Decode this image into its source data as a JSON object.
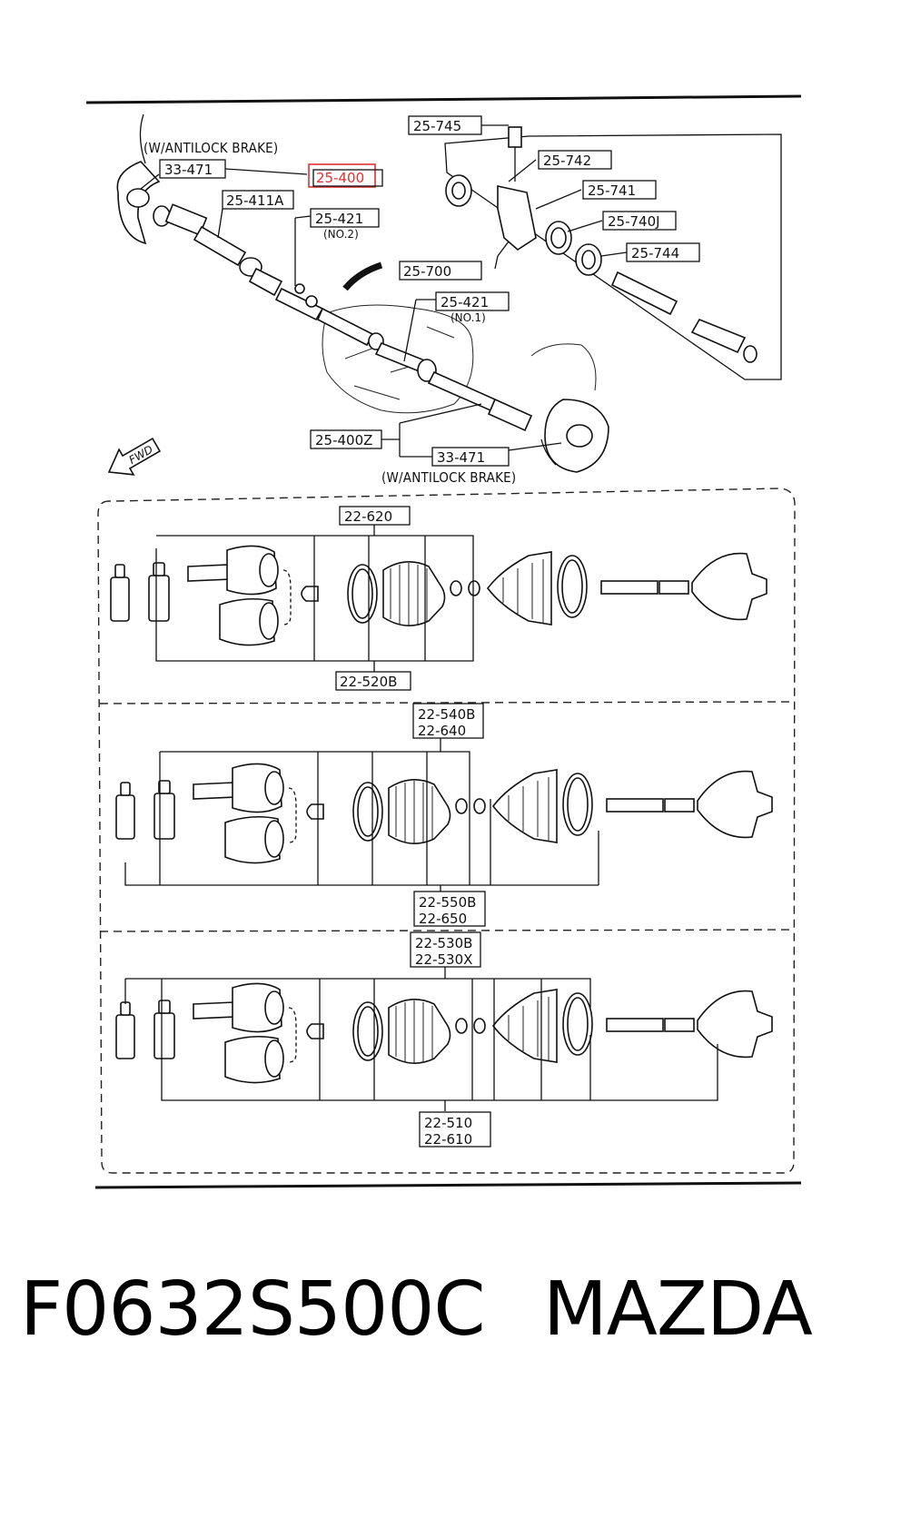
{
  "top": {
    "abs_note_top": "(W/ANTILOCK BRAKE)",
    "abs_note_bottom": "(W/ANTILOCK BRAKE)",
    "fwd_label": "FWD",
    "callouts": {
      "p33471a": "33-471",
      "p25400": "25-400",
      "p25411a": "25-411A",
      "p25421n2": "25-421",
      "p25421n2_sub": "(NO.2)",
      "p25745": "25-745",
      "p25742": "25-742",
      "p25741": "25-741",
      "p25740j": "25-740J",
      "p25744": "25-744",
      "p25700": "25-700",
      "p25421n1": "25-421",
      "p25421n1_sub": "(NO.1)",
      "p25400z": "25-400Z",
      "p33471b": "33-471"
    },
    "highlight_color": "#e03030"
  },
  "kits": {
    "k1": {
      "top1": "22-620",
      "bottom1": "22-520B"
    },
    "k2": {
      "top1": "22-540B",
      "top2": "22-640",
      "bottom1": "22-550B",
      "bottom2": "22-650"
    },
    "k3": {
      "top1": "22-530B",
      "top2": "22-530X",
      "bottom1": "22-510",
      "bottom2": "22-610"
    }
  },
  "footer": {
    "part_number": "F0632S500C",
    "brand": "MAZDA"
  }
}
